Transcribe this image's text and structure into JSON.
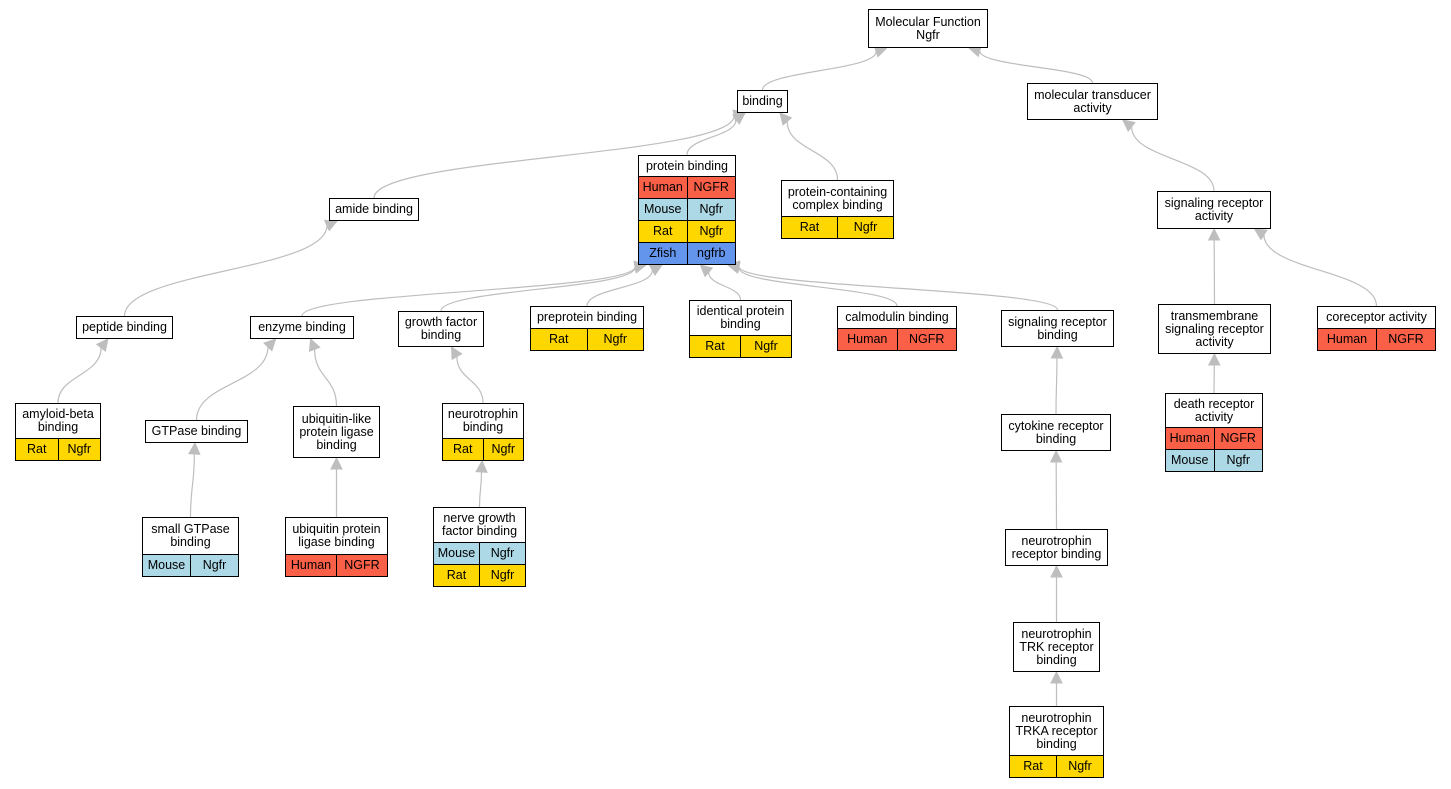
{
  "species_colors": {
    "Human": "#fa5f47",
    "Mouse": "#add8e6",
    "Rat": "#ffd700",
    "Zfish": "#6495ed"
  },
  "edge_color": "#bebebe",
  "nodes": [
    {
      "id": "mf",
      "title": "Molecular Function\nNgfr",
      "genes": []
    },
    {
      "id": "binding",
      "title": "binding",
      "genes": []
    },
    {
      "id": "mta",
      "title": "molecular transducer\nactivity",
      "genes": []
    },
    {
      "id": "protein_binding",
      "title": "protein binding",
      "genes": [
        {
          "species": "Human",
          "gene": "NGFR"
        },
        {
          "species": "Mouse",
          "gene": "Ngfr"
        },
        {
          "species": "Rat",
          "gene": "Ngfr"
        },
        {
          "species": "Zfish",
          "gene": "ngfrb"
        }
      ]
    },
    {
      "id": "pccb",
      "title": "protein-containing\ncomplex binding",
      "genes": [
        {
          "species": "Rat",
          "gene": "Ngfr"
        }
      ]
    },
    {
      "id": "sra",
      "title": "signaling receptor\nactivity",
      "genes": []
    },
    {
      "id": "amide",
      "title": "amide binding",
      "genes": []
    },
    {
      "id": "peptide",
      "title": "peptide binding",
      "genes": []
    },
    {
      "id": "enzyme",
      "title": "enzyme binding",
      "genes": []
    },
    {
      "id": "gfb",
      "title": "growth factor\nbinding",
      "genes": []
    },
    {
      "id": "preprotein",
      "title": "preprotein binding",
      "genes": [
        {
          "species": "Rat",
          "gene": "Ngfr"
        }
      ]
    },
    {
      "id": "identical",
      "title": "identical protein\nbinding",
      "genes": [
        {
          "species": "Rat",
          "gene": "Ngfr"
        }
      ]
    },
    {
      "id": "calmodulin",
      "title": "calmodulin binding",
      "genes": [
        {
          "species": "Human",
          "gene": "NGFR"
        }
      ]
    },
    {
      "id": "srb",
      "title": "signaling receptor\nbinding",
      "genes": []
    },
    {
      "id": "tsra",
      "title": "transmembrane\nsignaling receptor\nactivity",
      "genes": []
    },
    {
      "id": "coreceptor",
      "title": "coreceptor activity",
      "genes": [
        {
          "species": "Human",
          "gene": "NGFR"
        }
      ]
    },
    {
      "id": "amyloid",
      "title": "amyloid-beta\nbinding",
      "genes": [
        {
          "species": "Rat",
          "gene": "Ngfr"
        }
      ]
    },
    {
      "id": "gtpase",
      "title": "GTPase binding",
      "genes": []
    },
    {
      "id": "ubl",
      "title": "ubiquitin-like\nprotein ligase\nbinding",
      "genes": []
    },
    {
      "id": "neurotrophin",
      "title": "neurotrophin\nbinding",
      "genes": [
        {
          "species": "Rat",
          "gene": "Ngfr"
        }
      ]
    },
    {
      "id": "death",
      "title": "death receptor\nactivity",
      "genes": [
        {
          "species": "Human",
          "gene": "NGFR"
        },
        {
          "species": "Mouse",
          "gene": "Ngfr"
        }
      ]
    },
    {
      "id": "cytokine",
      "title": "cytokine receptor\nbinding",
      "genes": []
    },
    {
      "id": "small_gtpase",
      "title": "small GTPase\nbinding",
      "genes": [
        {
          "species": "Mouse",
          "gene": "Ngfr"
        }
      ]
    },
    {
      "id": "ubiq",
      "title": "ubiquitin protein\nligase binding",
      "genes": [
        {
          "species": "Human",
          "gene": "NGFR"
        }
      ]
    },
    {
      "id": "ngfb",
      "title": "nerve growth\nfactor binding",
      "genes": [
        {
          "species": "Mouse",
          "gene": "Ngfr"
        },
        {
          "species": "Rat",
          "gene": "Ngfr"
        }
      ]
    },
    {
      "id": "ntrb",
      "title": "neurotrophin\nreceptor binding",
      "genes": []
    },
    {
      "id": "ntrk",
      "title": "neurotrophin\nTRK receptor\nbinding",
      "genes": []
    },
    {
      "id": "ntrka",
      "title": "neurotrophin\nTRKA receptor\nbinding",
      "genes": [
        {
          "species": "Rat",
          "gene": "Ngfr"
        }
      ]
    }
  ],
  "edges": [
    {
      "from": "binding",
      "to": "mf"
    },
    {
      "from": "mta",
      "to": "mf"
    },
    {
      "from": "amide",
      "to": "binding"
    },
    {
      "from": "protein_binding",
      "to": "binding"
    },
    {
      "from": "pccb",
      "to": "binding"
    },
    {
      "from": "sra",
      "to": "mta"
    },
    {
      "from": "peptide",
      "to": "amide"
    },
    {
      "from": "amyloid",
      "to": "peptide"
    },
    {
      "from": "enzyme",
      "to": "protein_binding"
    },
    {
      "from": "gfb",
      "to": "protein_binding"
    },
    {
      "from": "preprotein",
      "to": "protein_binding"
    },
    {
      "from": "identical",
      "to": "protein_binding"
    },
    {
      "from": "calmodulin",
      "to": "protein_binding"
    },
    {
      "from": "srb",
      "to": "protein_binding"
    },
    {
      "from": "gtpase",
      "to": "enzyme"
    },
    {
      "from": "ubl",
      "to": "enzyme"
    },
    {
      "from": "small_gtpase",
      "to": "gtpase"
    },
    {
      "from": "ubiq",
      "to": "ubl"
    },
    {
      "from": "neurotrophin",
      "to": "gfb"
    },
    {
      "from": "ngfb",
      "to": "neurotrophin"
    },
    {
      "from": "cytokine",
      "to": "srb"
    },
    {
      "from": "ntrb",
      "to": "cytokine"
    },
    {
      "from": "ntrk",
      "to": "ntrb"
    },
    {
      "from": "ntrka",
      "to": "ntrk"
    },
    {
      "from": "tsra",
      "to": "sra"
    },
    {
      "from": "coreceptor",
      "to": "sra"
    },
    {
      "from": "death",
      "to": "tsra"
    }
  ]
}
